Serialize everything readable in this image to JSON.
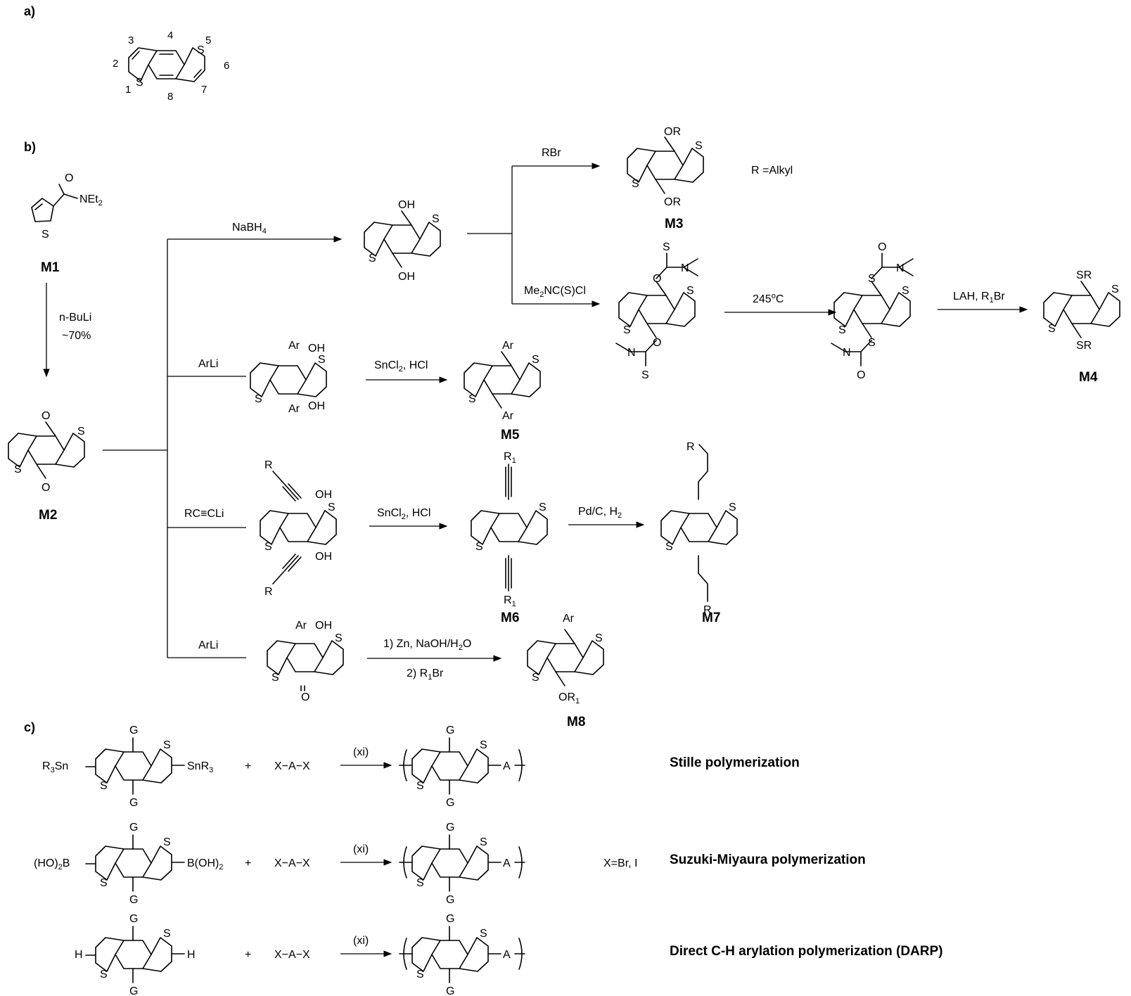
{
  "sections": {
    "a": "a)",
    "b": "b)",
    "c": "c)"
  },
  "part_a": {
    "numbering": [
      "1",
      "2",
      "3",
      "4",
      "5",
      "6",
      "7",
      "8"
    ],
    "S": "S"
  },
  "compounds": {
    "M1": {
      "label": "M1",
      "substituent": "NEt",
      "sub2": "2",
      "O": "O"
    },
    "M2": {
      "label": "M2"
    },
    "M3": {
      "label": "M3",
      "note": "R =Alkyl",
      "sub": "OR"
    },
    "M4": {
      "label": "M4",
      "sub": "SR"
    },
    "M5": {
      "label": "M5",
      "sub": "Ar"
    },
    "M6": {
      "label": "M6",
      "sub": "R",
      "sub1": "1"
    },
    "M7": {
      "label": "M7",
      "sub": "R"
    },
    "M8": {
      "label": "M8",
      "top": "Ar",
      "bottom": "OR",
      "bottom_sub": "1"
    }
  },
  "intermediates": {
    "diol": {
      "sub": "OH"
    },
    "ar_diol": {
      "ar": "Ar",
      "oh": "OH"
    },
    "alkyne_diol": {
      "r": "R",
      "oh": "OH"
    },
    "ar_ketone": {
      "ar": "Ar",
      "oh": "OH",
      "o": "O"
    },
    "carbamate": {
      "S": "S",
      "O": "O",
      "N": "N"
    }
  },
  "reagents": {
    "nbuli": "n-BuLi",
    "yield": "~70%",
    "nabh4": "NaBH",
    "nabh4_sub": "4",
    "rbr": "RBr",
    "me2nc": "Me",
    "me2nc_sub": "2",
    "me2nc_rest": "NC(S)Cl",
    "temp": "245",
    "temp_sup": "o",
    "temp_unit": "C",
    "lah": "LAH, R",
    "lah_sub": "1",
    "lah_rest": "Br",
    "arli": "ArLi",
    "sncl": "SnCl",
    "sncl_sub": "2",
    "sncl_rest": ", HCl",
    "rc": "RC",
    "cli": "CLi",
    "pdc": "Pd/C, H",
    "pdc_sub": "2",
    "zn": "1) Zn, NaOH/H",
    "zn_sub": "2",
    "zn_rest": "O",
    "r1br": "2) R",
    "r1br_sub": "1",
    "r1br_rest": "Br"
  },
  "polymerization": {
    "rows": [
      {
        "left": "R",
        "left_sub": "3",
        "left_rest": "Sn",
        "right": "SnR",
        "right_sub": "3",
        "plus": "+",
        "monomer": "X−A−X",
        "cond": "(xi)",
        "name": "Stille polymerization",
        "note": ""
      },
      {
        "left": "(HO)",
        "left_sub": "2",
        "left_rest": "B",
        "right": "B(OH)",
        "right_sub": "2",
        "plus": "+",
        "monomer": "X−A−X",
        "cond": "(xi)",
        "name": "Suzuki-Miyaura polymerization",
        "note": "X=Br, I"
      },
      {
        "left": "H",
        "left_sub": "",
        "left_rest": "",
        "right": "H",
        "right_sub": "",
        "plus": "+",
        "monomer": "X−A−X",
        "cond": "(xi)",
        "name": "Direct C-H arylation polymerization (DARP)",
        "note": ""
      }
    ],
    "G": "G",
    "A": "A"
  }
}
